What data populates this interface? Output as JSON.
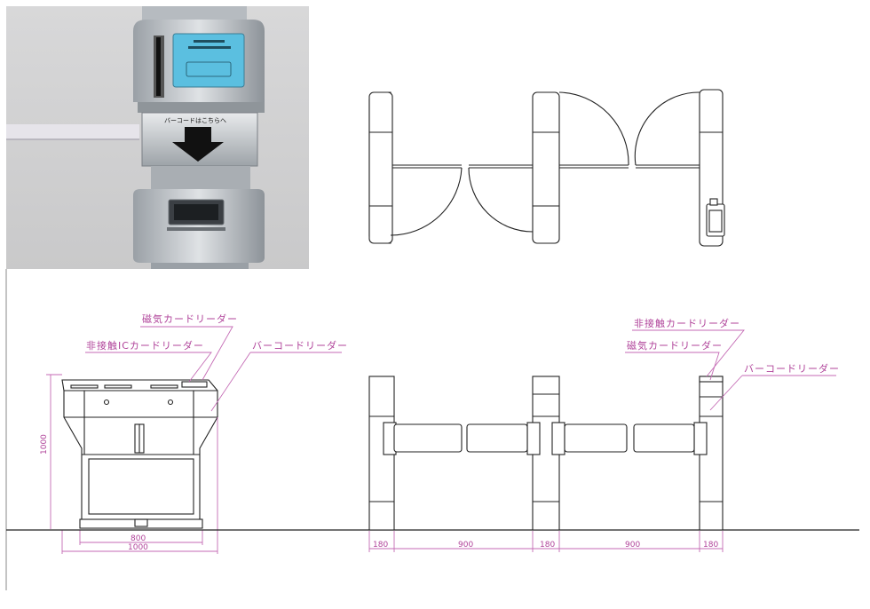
{
  "photo": {
    "barcode_sign": "バーコードはこちらへ"
  },
  "front_view": {
    "labels": {
      "magnetic": "磁気カードリーダー",
      "ic": "非接触ICカードリーダー",
      "barcode": "バーコードリーダー"
    },
    "dimensions": {
      "height": "1000",
      "inner_width": "800",
      "outer_width": "1000"
    }
  },
  "side_view": {
    "labels": {
      "contactless": "非接触カードリーダー",
      "magnetic": "磁気カードリーダー",
      "barcode": "バーコードリーダー"
    },
    "dimensions": [
      "180",
      "900",
      "180",
      "900",
      "180"
    ]
  },
  "colors": {
    "annotation": "#b0439a",
    "line": "#222222",
    "screen": "#5bbfe0"
  }
}
